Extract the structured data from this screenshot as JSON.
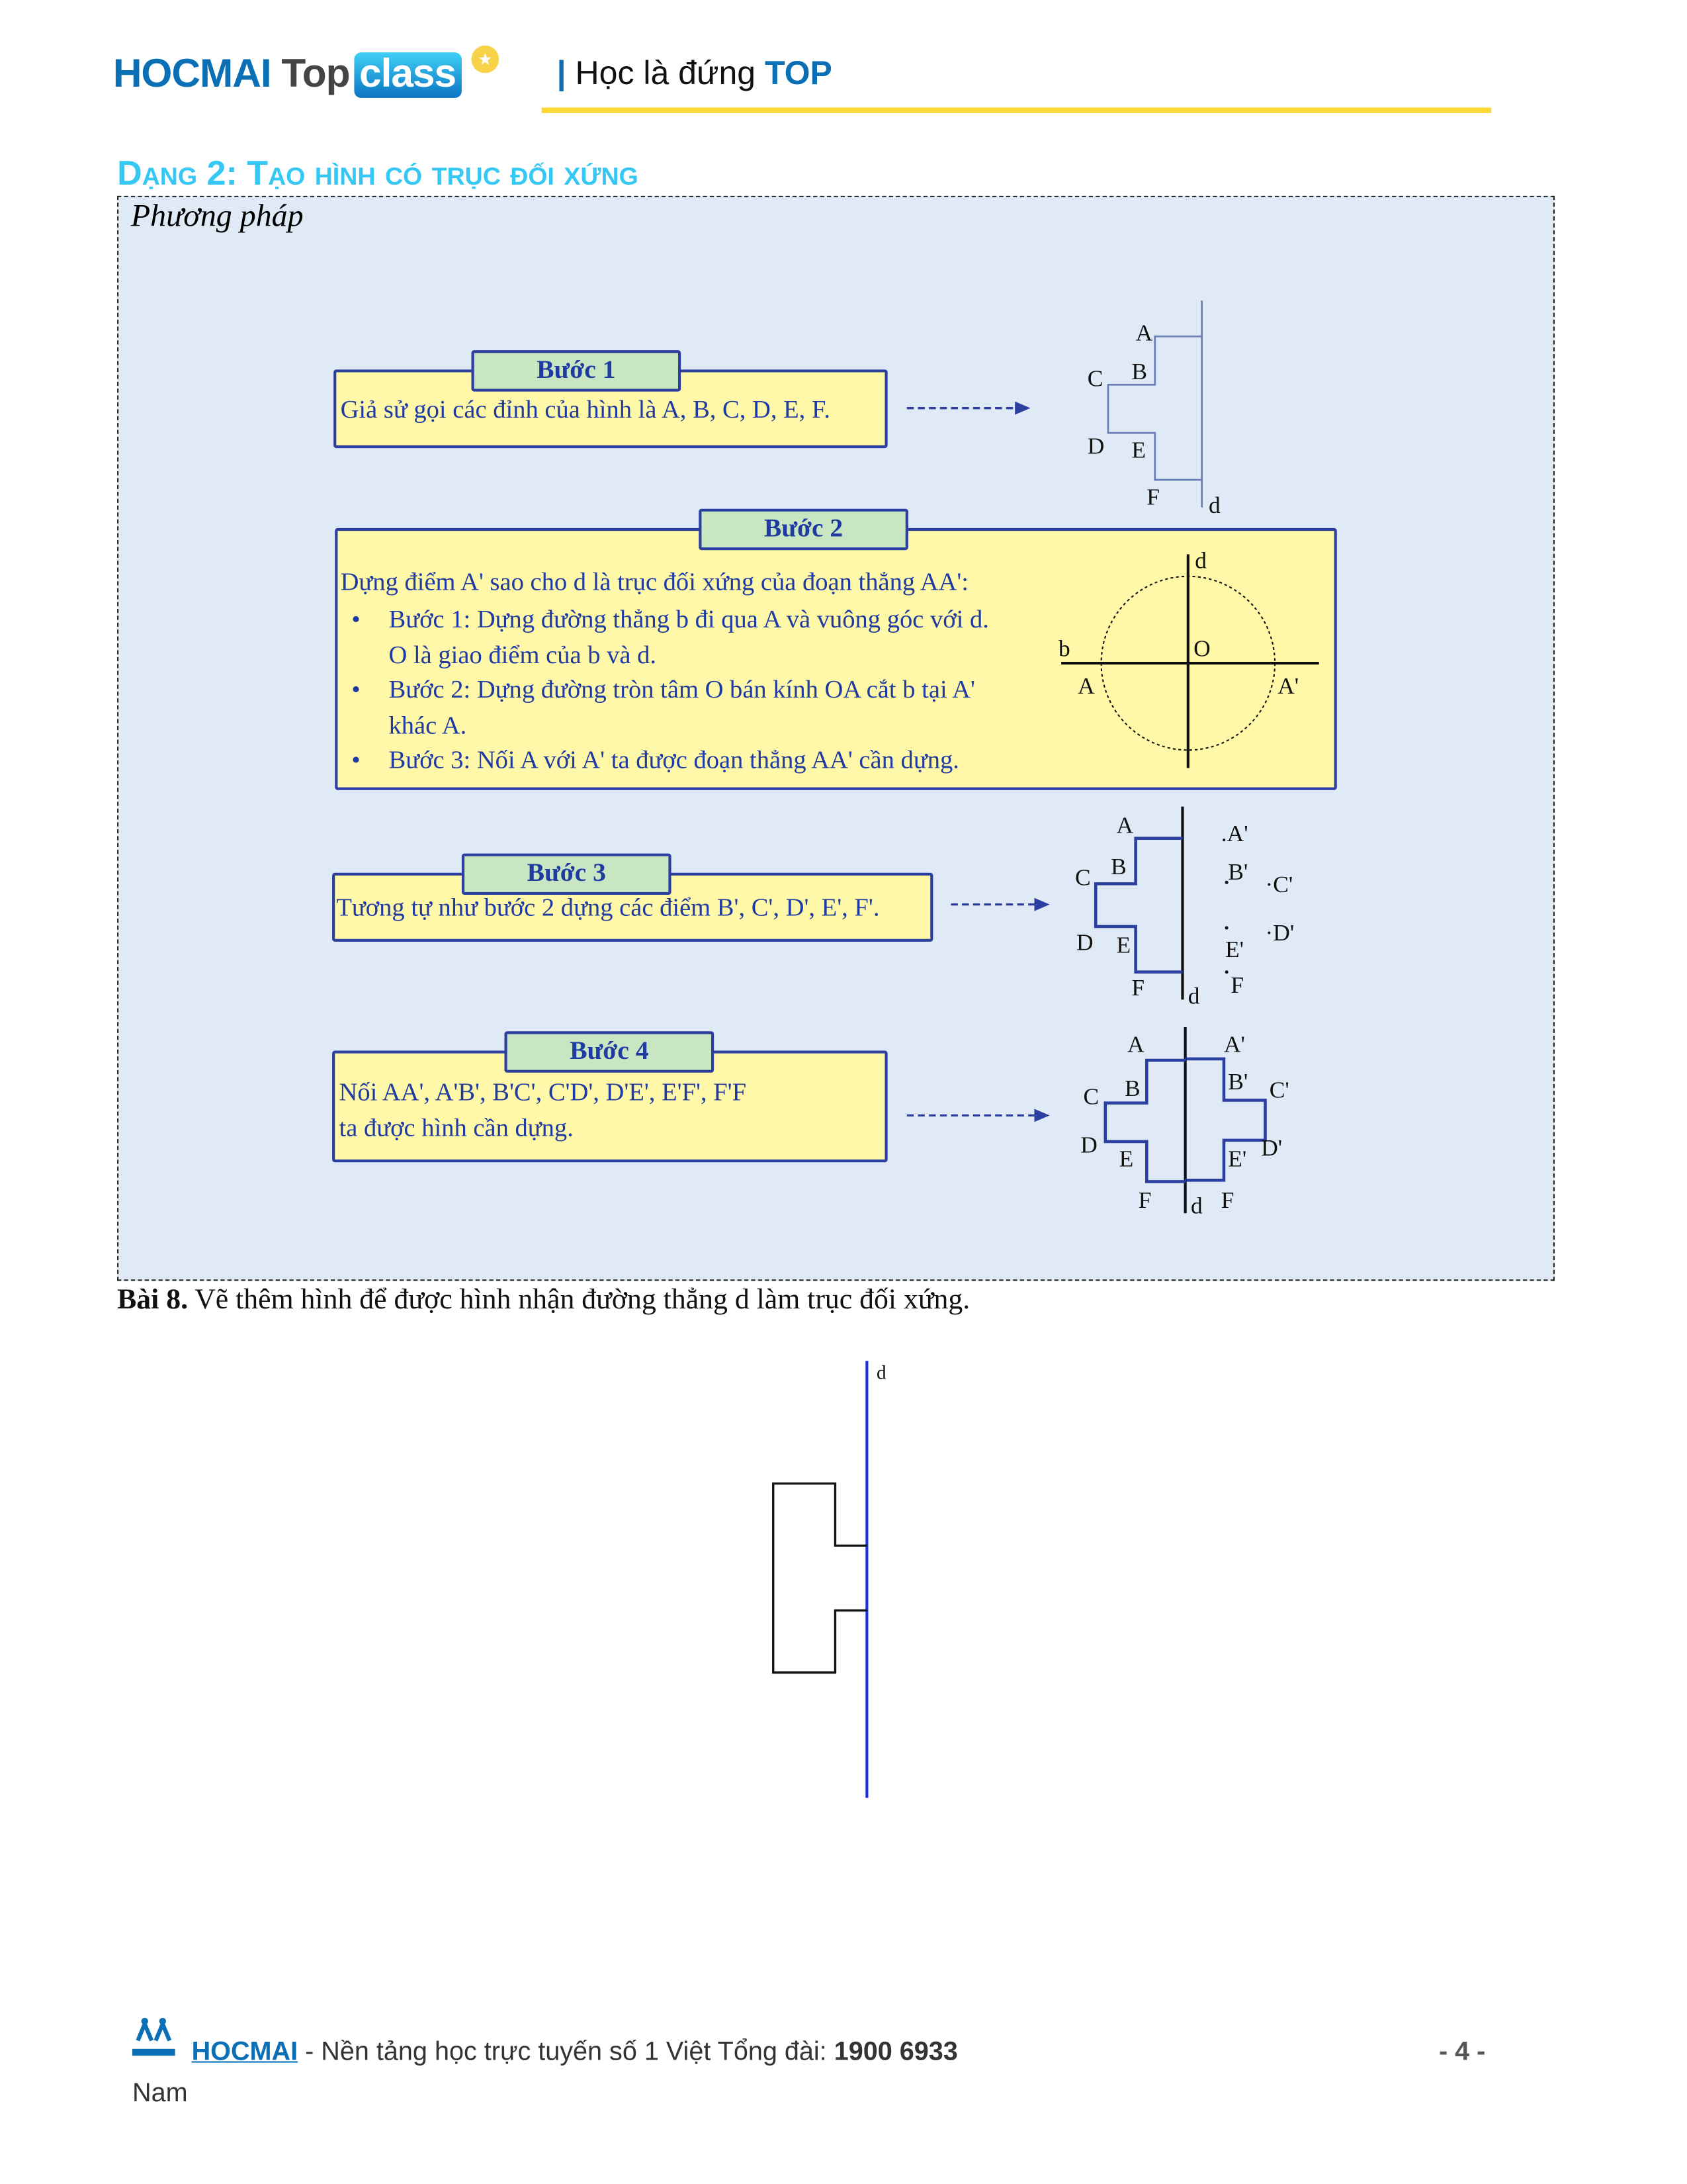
{
  "header": {
    "logo_hocmai": "HOCMAI",
    "logo_top": "Top",
    "logo_class": "class",
    "tagline_prefix": "Học là đứng",
    "tagline_top": "TOP"
  },
  "section_title": "Dạng 2: Tạo hình có trục đối xứng",
  "method_label": "Phương pháp",
  "steps": [
    {
      "label": "Bước 1",
      "text": "Giả sử gọi các đỉnh của hình là A, B, C, D, E, F."
    },
    {
      "label": "Bước 2",
      "intro": "Dựng điểm A' sao cho d là trục đối xứng của đoạn thẳng AA':",
      "bullets": [
        "Bước 1: Dựng đường thẳng b đi qua A và vuông góc với d.",
        "O là giao điểm của b và d.",
        "Bước 2: Dựng đường tròn tâm O bán kính OA cắt b tại A'",
        "khác A.",
        "Bước 3: Nối A với A' ta được đoạn thẳng AA' cần dựng."
      ]
    },
    {
      "label": "Bước 3",
      "text": "Tương tự như bước 2 dựng các điểm B', C', D', E', F'."
    },
    {
      "label": "Bước 4",
      "text1": "Nối AA', A'B', B'C', C'D', D'E', E'F', F'F",
      "text2": "ta được hình cần dựng."
    }
  ],
  "diagram_labels": {
    "d1": {
      "A": "A",
      "B": "B",
      "C": "C",
      "D": "D",
      "E": "E",
      "F": "F",
      "d": "d"
    },
    "d2": {
      "d": "d",
      "b": "b",
      "O": "O",
      "A": "A",
      "A2": "A'"
    },
    "d3": {
      "A": "A",
      "B": "B",
      "C": "C",
      "D": "D",
      "E": "E",
      "F": "F",
      "d": "d",
      "A2": ".A'",
      "B2": "B'",
      "C2": "·C'",
      "D2": "·D'",
      "E2": "E'",
      "F2": "F"
    },
    "d4": {
      "A": "A",
      "B": "B",
      "C": "C",
      "D": "D",
      "E": "E",
      "F": "F",
      "d": "d",
      "A2": "A'",
      "B2": "B'",
      "C2": "C'",
      "D2": "D'",
      "E2": "E'",
      "F2": "F"
    }
  },
  "exercise": {
    "number": "Bài 8.",
    "text": " Vẽ thêm hình để được hình nhận đường thẳng d làm trục đối xứng.",
    "axis_label": "d"
  },
  "footer": {
    "brand": "HOCMAI",
    "text": " - Nền tảng học trực tuyến số 1 Việt  Tổng đài: ",
    "phone": "1900 6933",
    "text2": "Nam",
    "page": "- 4 -"
  },
  "colors": {
    "accent": "#36c8f4",
    "brand": "#0b6fb5",
    "box": "#fff8a8",
    "tab": "#c8e6c1",
    "border": "#2b3fa0"
  }
}
